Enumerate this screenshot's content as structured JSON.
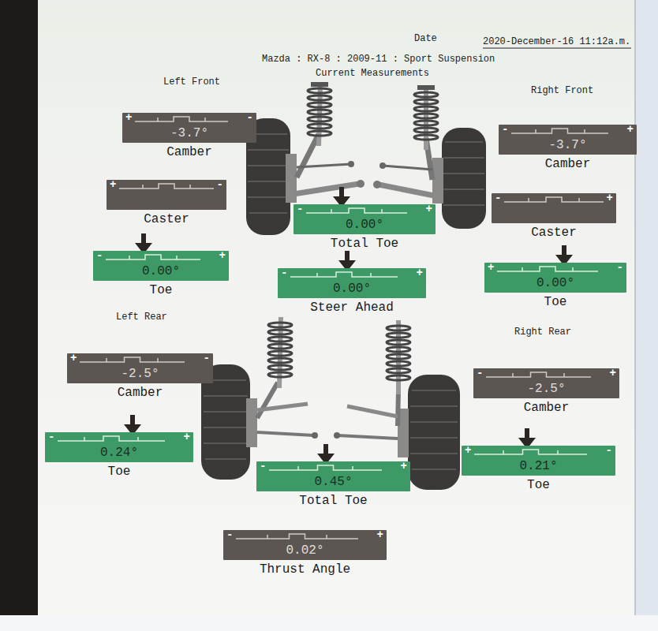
{
  "diagram": {
    "title": "Mazda : RX-8 : 2009-11 : Sport Suspension",
    "nodes": [
      {
        "text": [
          "+",
          "-",
          "-3.7°",
          "Camber"
        ]
      },
      {
        "text": [
          "+",
          "-",
          "Caster"
        ]
      },
      {
        "text": [
          "-",
          "+",
          "0.00°",
          "Toe"
        ]
      },
      {
        "text": [
          "-",
          "+",
          "0.00°",
          "Total Toe"
        ]
      },
      {
        "text": [
          "-",
          "+",
          "0.00°",
          "Steer Ahead"
        ]
      },
      {
        "text": [
          "-",
          "+",
          "-3.7°",
          "Camber"
        ]
      },
      {
        "text": [
          "-",
          "+",
          "Caster"
        ]
      },
      {
        "text": [
          "+",
          "-",
          "0.00°",
          "Toe"
        ]
      },
      {
        "text": [
          "+",
          "-",
          "-2.5°",
          "Camber"
        ]
      },
      {
        "text": [
          "-",
          "+",
          "0.24°",
          "Toe"
        ]
      },
      {
        "text": [
          "-",
          "+",
          "0.45°",
          "Total Toe"
        ]
      },
      {
        "text": [
          "-",
          "+",
          "-2.5°",
          "Camber"
        ]
      },
      {
        "text": [
          "+",
          "-",
          "0.21°",
          "Toe"
        ]
      },
      {
        "text": [
          "-",
          "+",
          "0.02°",
          "Thrust Angle"
        ]
      }
    ],
    "labels": [
      "Date",
      "2020-December-16 11:12a.m.",
      "Current Measurements",
      "Left Front",
      "Right Front",
      "Left Rear",
      "Right Rear"
    ]
  }
}
